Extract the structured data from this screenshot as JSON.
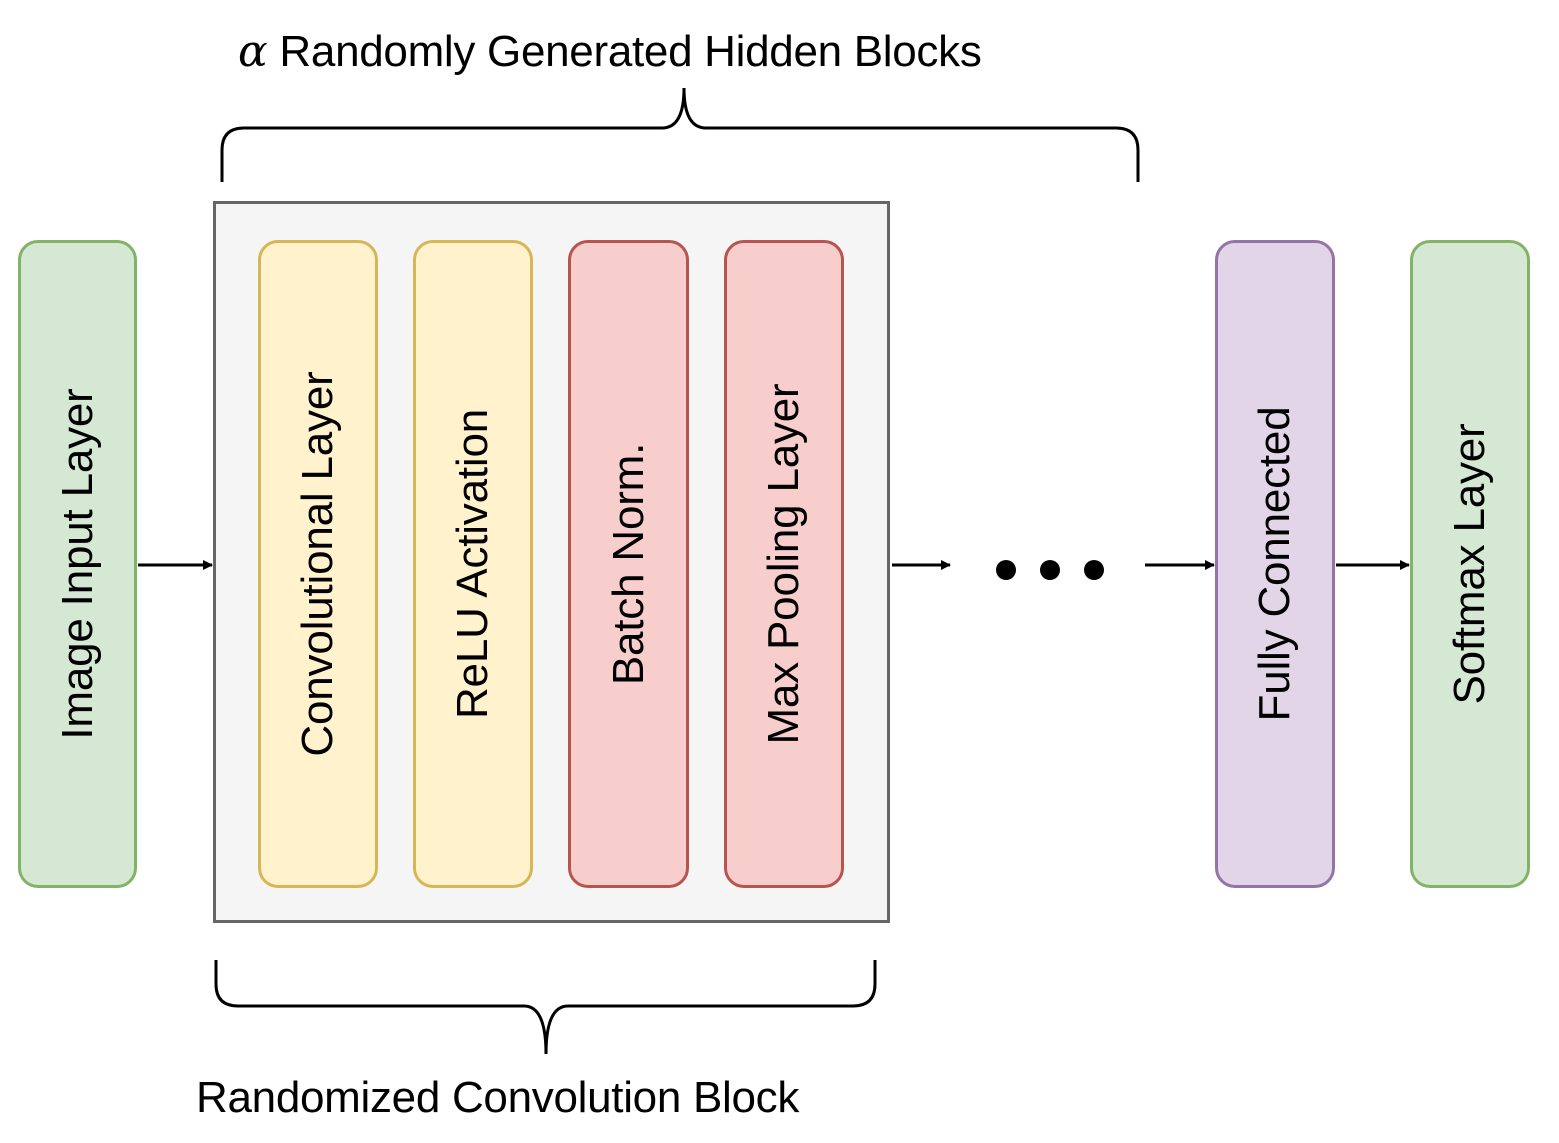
{
  "header_caption": {
    "symbol": "α",
    "text": "Randomly Generated Hidden Blocks"
  },
  "footer_caption": "Randomized Convolution Block",
  "layers": {
    "input": "Image Input Layer",
    "conv": "Convolutional Layer",
    "relu": "ReLU Activation",
    "batch_norm": "Batch Norm.",
    "max_pool": "Max Pooling Layer",
    "fully_connected": "Fully Connected",
    "softmax": "Softmax Layer"
  },
  "colors": {
    "input_fill": "#d5e8d4",
    "input_border": "#82b366",
    "activation_fill": "#fff2cc",
    "activation_border": "#d6b656",
    "norm_fill": "#f8cecc",
    "norm_border": "#b85450",
    "dense_fill": "#e1d5e7",
    "dense_border": "#9673a6",
    "container_fill": "#f5f5f5",
    "container_border": "#666666"
  }
}
